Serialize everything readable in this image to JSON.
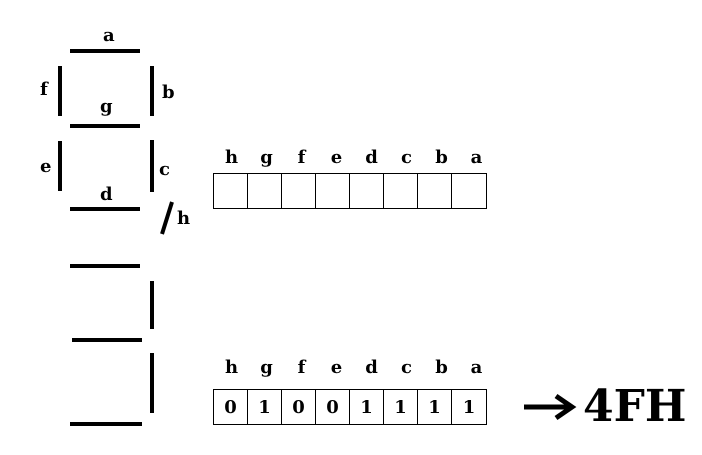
{
  "segment_labels": {
    "a": "a",
    "b": "b",
    "c": "c",
    "d": "d",
    "e": "e",
    "f": "f",
    "g": "g",
    "h": "h"
  },
  "register_header": [
    "h",
    "g",
    "f",
    "e",
    "d",
    "c",
    "b",
    "a"
  ],
  "bits": [
    "0",
    "1",
    "0",
    "0",
    "1",
    "1",
    "1",
    "1"
  ],
  "result": "4FH"
}
